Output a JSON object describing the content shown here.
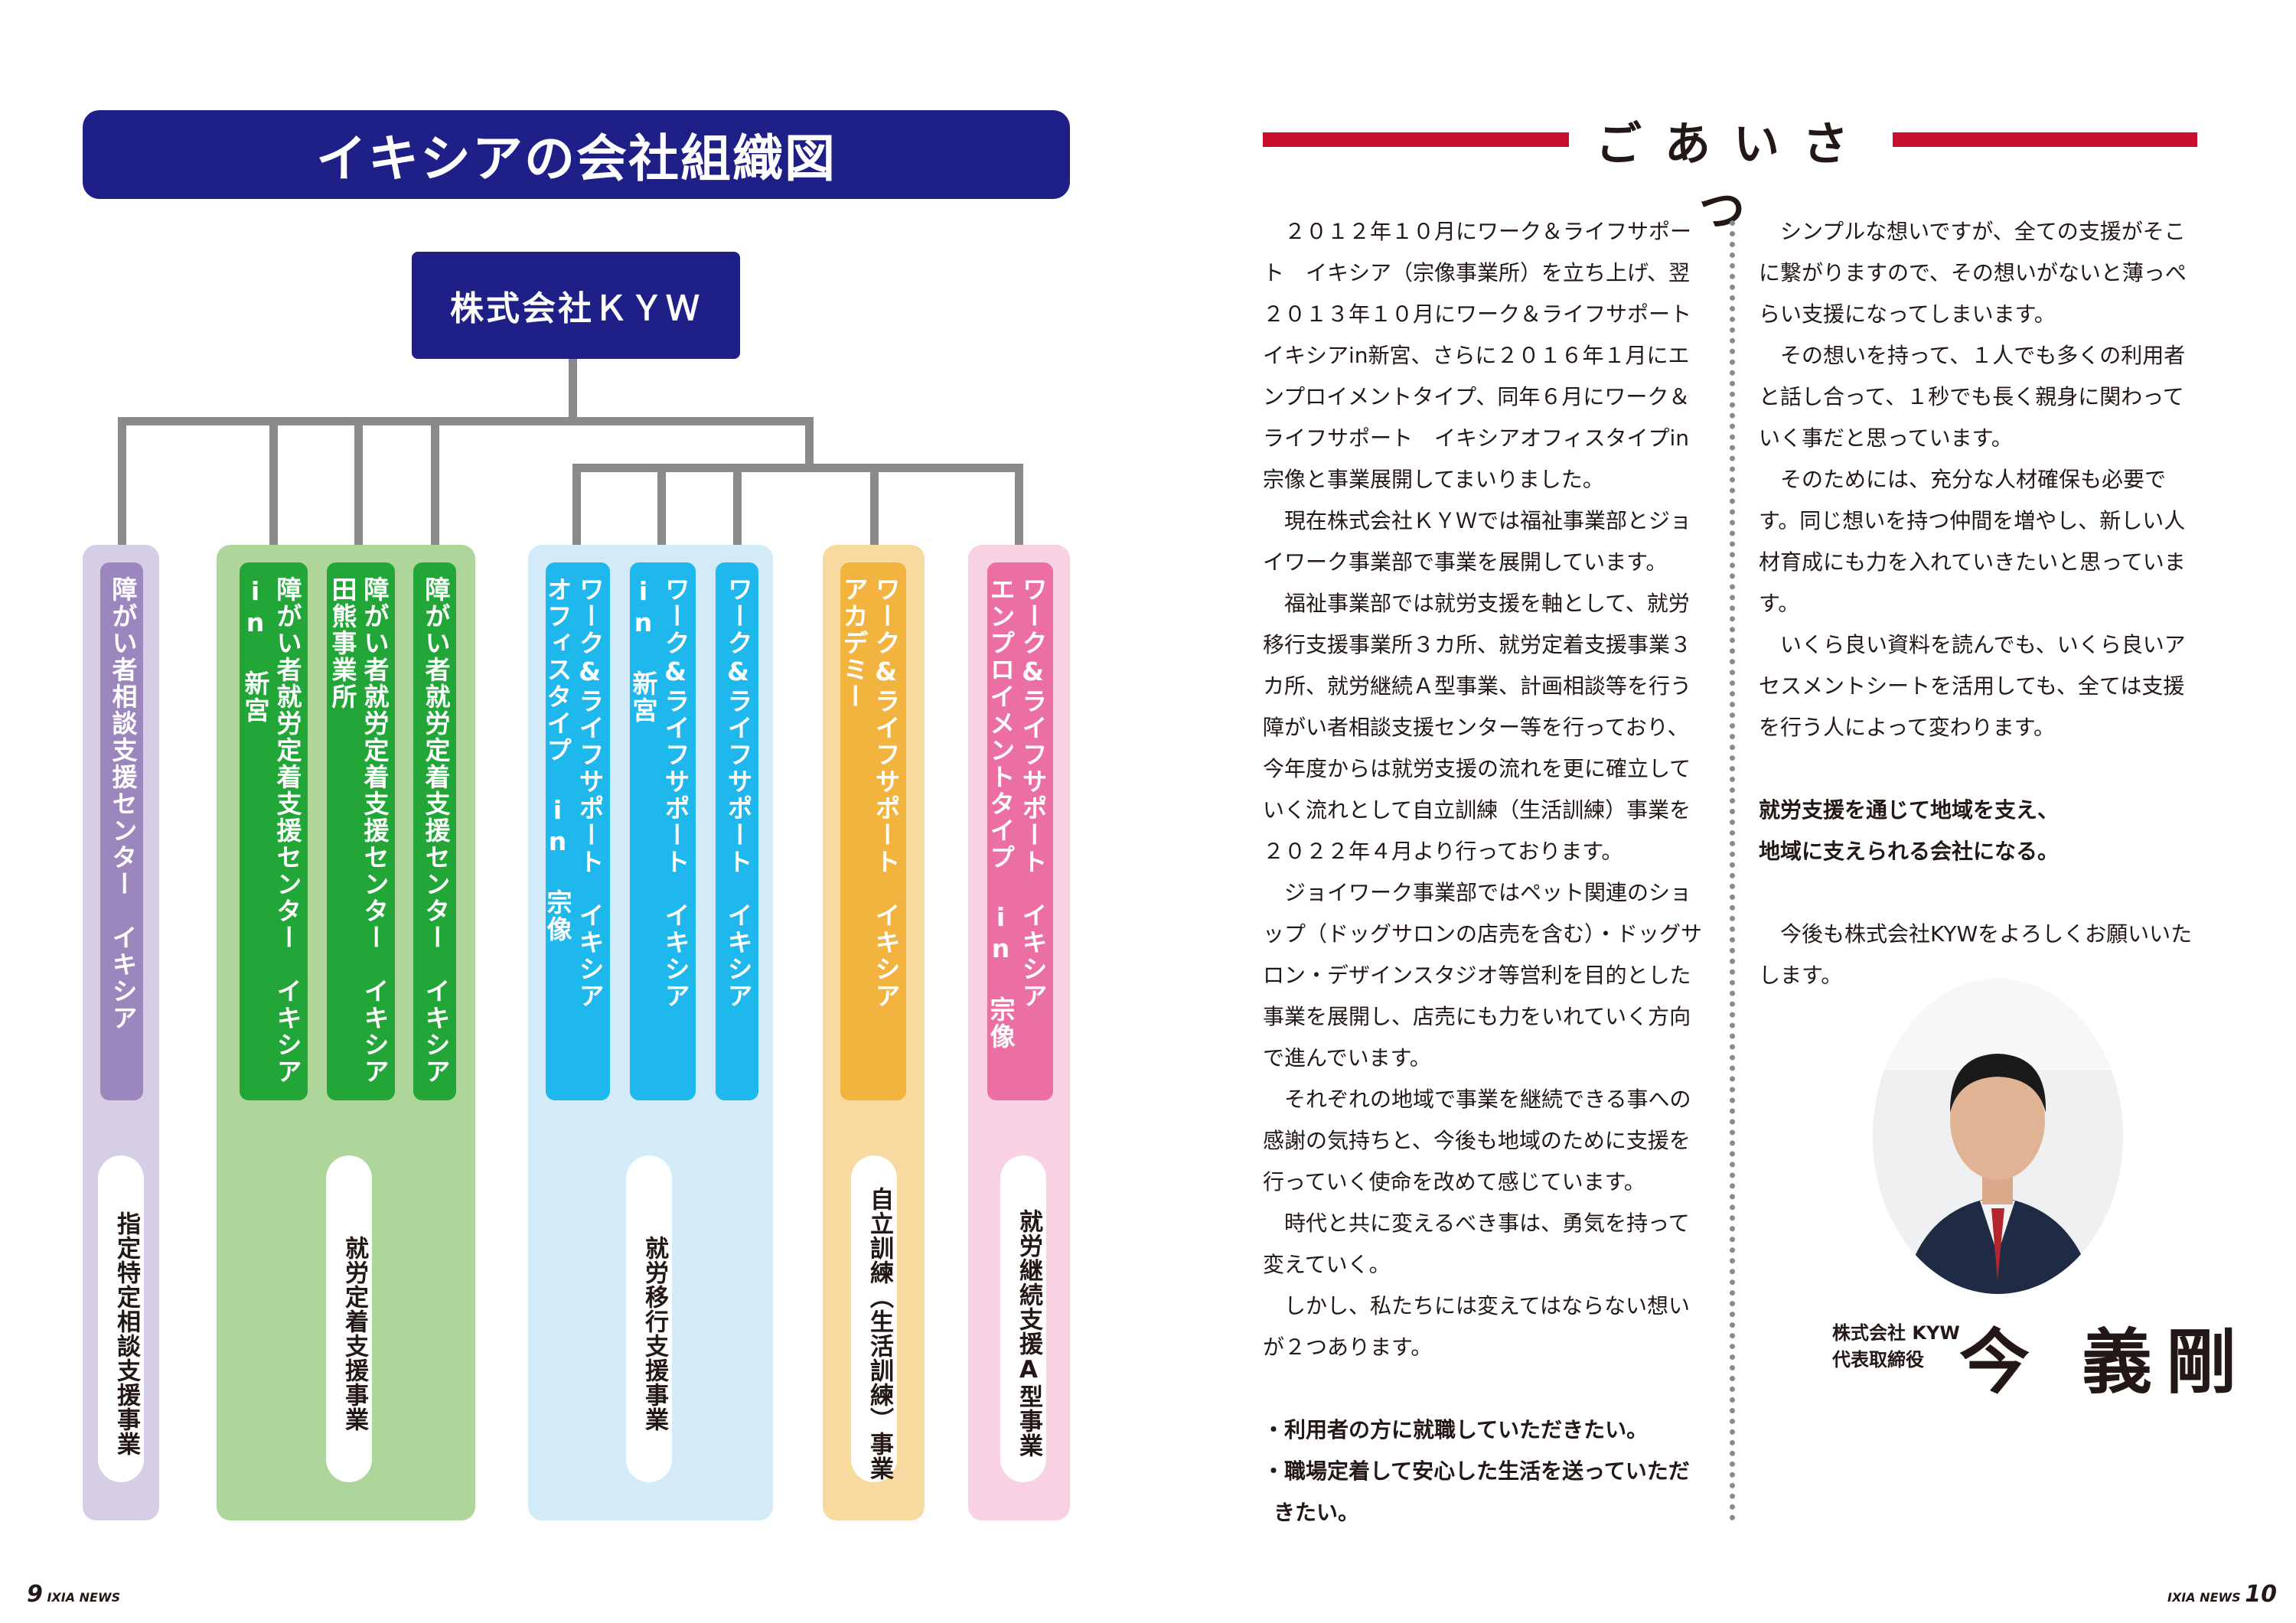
{
  "org": {
    "title": "イキシアの会社組織図",
    "company": "株式会社ＫＹＷ",
    "units": [
      {
        "lines": [
          "障がい者相談支援センター　イキシア"
        ]
      },
      {
        "lines": [
          "障がい者就労定着支援センター　イキシア",
          "in 新宮"
        ]
      },
      {
        "lines": [
          "障がい者就労定着支援センター　イキシア",
          "田熊事業所"
        ]
      },
      {
        "lines": [
          "障がい者就労定着支援センター　イキシア"
        ]
      },
      {
        "lines": [
          "ワーク&ライフサポート　イキシア",
          "オフィスタイプ in 宗像"
        ]
      },
      {
        "lines": [
          "ワーク&ライフサポート　イキシア",
          "in 新宮"
        ]
      },
      {
        "lines": [
          "ワーク&ライフサポート　イキシア"
        ]
      },
      {
        "lines": [
          "ワーク&ライフサポート　イキシア",
          "アカデミー"
        ]
      },
      {
        "lines": [
          "ワーク&ライフサポート　イキシア",
          "エンプロイメントタイプ in 宗像"
        ]
      }
    ],
    "services": [
      "指定特定相談支援事業",
      "就労定着支援事業",
      "就労移行支援事業",
      "自立訓練（生活訓練）事業",
      "就労継続支援A型事業"
    ],
    "colors": {
      "navy": "#1e2087",
      "purple": "#9b86bd",
      "green": "#23a638",
      "blue": "#1fb8ec",
      "orange": "#f2b43f",
      "pink": "#ec6fa3"
    }
  },
  "greeting": {
    "title": "ごあいさつ",
    "col1": [
      "２０１２年１０月にワーク＆ライフサポート　イキシア（宗像事業所）を立ち上げ、翌２０１３年１０月にワーク＆ライフサポート　イキシアin新宮、さらに２０１６年１月にエンプロイメントタイプ、同年６月にワーク＆ライフサポート　イキシアオフィスタイプin宗像と事業展開してまいりました。",
      "現在株式会社ＫＹＷでは福祉事業部とジョイワーク事業部で事業を展開しています。",
      "福祉事業部では就労支援を軸として、就労移行支援事業所３カ所、就労定着支援事業３カ所、就労継続Ａ型事業、計画相談等を行う障がい者相談支援センター等を行っており、今年度からは就労支援の流れを更に確立していく流れとして自立訓練（生活訓練）事業を２０２２年４月より行っております。",
      "ジョイワーク事業部ではペット関連のショップ（ドッグサロンの店売を含む）・ドッグサロン・デザインスタジオ等営利を目的とした事業を展開し、店売にも力をいれていく方向で進んでいます。",
      "それぞれの地域で事業を継続できる事への感謝の気持ちと、今後も地域のために支援を行っていく使命を改めて感じています。",
      "時代と共に変えるべき事は、勇気を持って変えていく。",
      "しかし、私たちには変えてはならない想いが２つあります。"
    ],
    "bullets": [
      "・利用者の方に就職していただきたい。",
      "・職場定着して安心した生活を送っていただきたい。"
    ],
    "col2": [
      "シンプルな想いですが、全ての支援がそこに繋がりますので、その想いがないと薄っぺらい支援になってしまいます。",
      "その想いを持って、１人でも多くの利用者と話し合って、１秒でも長く親身に関わっていく事だと思っています。",
      "そのためには、充分な人材確保も必要です。同じ想いを持つ仲間を増やし、新しい人材育成にも力を入れていきたいと思っています。",
      "いくら良い資料を読んでも、いくら良いアセスメントシートを活用しても、全ては支援を行う人によって変わります。"
    ],
    "motto": [
      "就労支援を通じて地域を支え、",
      "地域に支えられる会社になる。"
    ],
    "closing": "今後も株式会社KYWをよろしくお願いいたします。",
    "company": "株式会社 KYW",
    "role": "代表取締役",
    "signature": "今 義剛",
    "accent": "#c8102e"
  },
  "footer": {
    "left_page": "9",
    "left_label": "IXIA NEWS",
    "right_label": "IXIA NEWS",
    "right_page": "10"
  }
}
